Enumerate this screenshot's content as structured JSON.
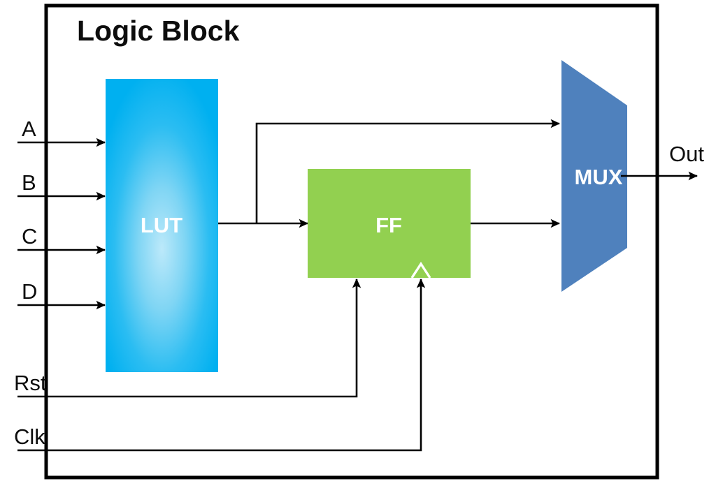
{
  "diagram": {
    "title": "Logic Block",
    "type": "fpga-logic-block-block-diagram",
    "outer_border_color": "#000000",
    "wire_color": "#000000",
    "background": "#ffffff"
  },
  "blocks": [
    {
      "id": "lut",
      "label": "LUT",
      "shape": "rectangle",
      "fill_outer": "#00B0F0",
      "fill_center": "#B8E7F8",
      "text_color": "#FFFFFF"
    },
    {
      "id": "ff",
      "label": "FF",
      "shape": "rectangle",
      "fill": "#92D050",
      "text_color": "#FFFFFF"
    },
    {
      "id": "mux",
      "label": "MUX",
      "shape": "mux-trapezoid",
      "fill": "#4F81BD",
      "text_color": "#FFFFFF"
    }
  ],
  "inputs": [
    {
      "label": "A",
      "target": "lut"
    },
    {
      "label": "B",
      "target": "lut"
    },
    {
      "label": "C",
      "target": "lut"
    },
    {
      "label": "D",
      "target": "lut"
    },
    {
      "label": "Rst",
      "target": "ff"
    },
    {
      "label": "Clk",
      "target": "ff"
    }
  ],
  "outputs": [
    {
      "label": "Out",
      "source": "mux"
    }
  ],
  "connections": [
    {
      "from": "lut",
      "to": "ff",
      "kind": "signal"
    },
    {
      "from": "lut",
      "to": "mux",
      "kind": "bypass"
    },
    {
      "from": "ff",
      "to": "mux",
      "kind": "registered"
    },
    {
      "from": "Rst",
      "to": "ff",
      "kind": "control"
    },
    {
      "from": "Clk",
      "to": "ff",
      "kind": "clock"
    }
  ]
}
